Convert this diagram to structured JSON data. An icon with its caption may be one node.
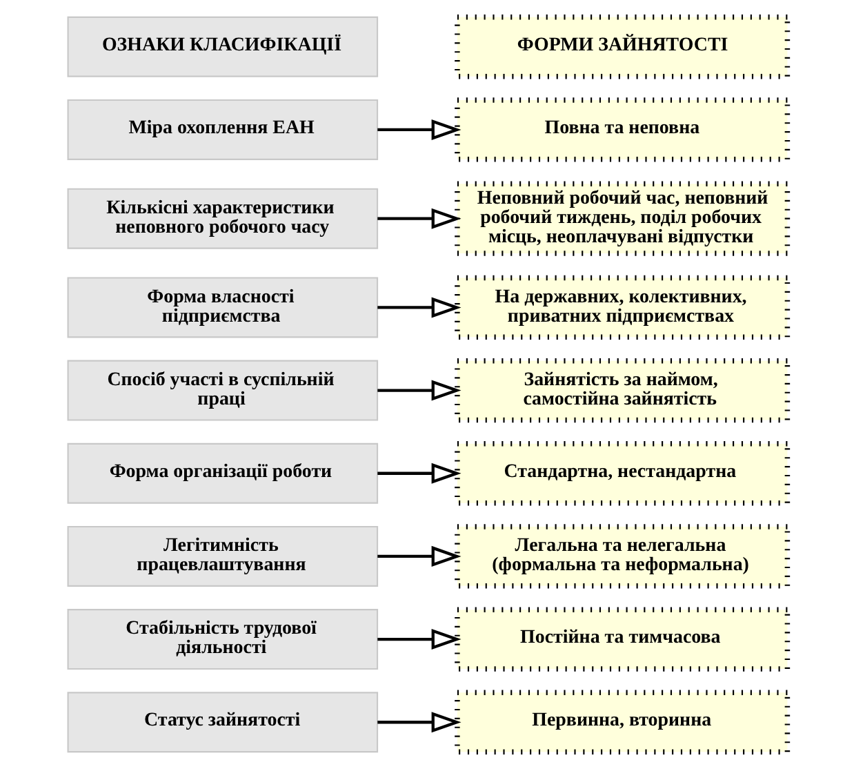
{
  "diagram": {
    "nodes": [
      {
        "text": [
          "ОЗНАКИ КЛАСИФІКАЦІЇ"
        ]
      },
      {
        "text": [
          "ФОРМИ ЗАЙНЯТОСТІ"
        ]
      },
      {
        "text": [
          "Міра охоплення ЕАН"
        ]
      },
      {
        "text": [
          "Повна та неповна"
        ]
      },
      {
        "text": [
          "Кількісні характеристики неповного робочого часу"
        ]
      },
      {
        "text": [
          "Неповний робочий час, неповний робочий тиждень, поділ робочих місць, неоплачувані відпустки"
        ]
      },
      {
        "text": [
          "Форма власності підприємства"
        ]
      },
      {
        "text": [
          "На державних, колективних, приватних підприємствах"
        ]
      },
      {
        "text": [
          "Спосіб участі в суспільній праці"
        ]
      },
      {
        "text": [
          "Зайнятість за наймом, самостійна зайнятість"
        ]
      },
      {
        "text": [
          "Форма організації роботи"
        ]
      },
      {
        "text": [
          "Стандартна, нестандартна"
        ]
      },
      {
        "text": [
          "Легітимність працевлаштування"
        ]
      },
      {
        "text": [
          "Легальна та нелегальна (формальна та неформальна)"
        ]
      },
      {
        "text": [
          "Стабільність трудової діяльності"
        ]
      },
      {
        "text": [
          "Постійна та тимчасова"
        ]
      },
      {
        "text": [
          "Статус зайнятості"
        ]
      },
      {
        "text": [
          "Первинна, вторинна"
        ]
      }
    ],
    "edges": [
      {
        "from": 2,
        "to": 3,
        "arrow": "to"
      },
      {
        "from": 4,
        "to": 5,
        "arrow": "to"
      },
      {
        "from": 6,
        "to": 7,
        "arrow": "to"
      },
      {
        "from": 8,
        "to": 9,
        "arrow": "to"
      },
      {
        "from": 10,
        "to": 11,
        "arrow": "to"
      },
      {
        "from": 12,
        "to": 13,
        "arrow": "to"
      },
      {
        "from": 14,
        "to": 15,
        "arrow": "to"
      },
      {
        "from": 16,
        "to": 17,
        "arrow": "to"
      }
    ]
  }
}
